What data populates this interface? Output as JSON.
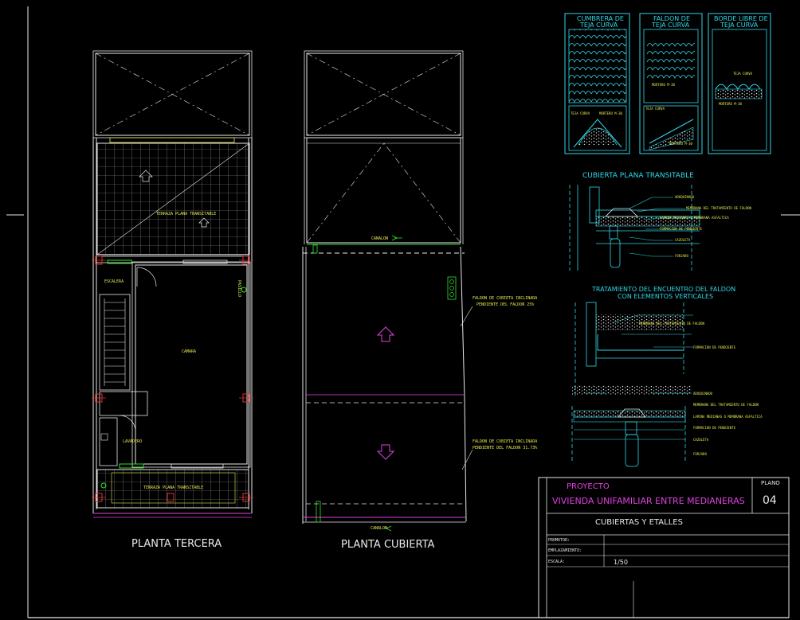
{
  "sheet": {
    "titles": {
      "planta_tercera": "PLANTA TERCERA",
      "planta_cubierta": "PLANTA CUBIERTA"
    },
    "labels": {
      "terraza_top": "TERRAZA PLANA TRANSITABLE",
      "terraza_bottom": "TERRAZA PLANA TRANSITABLE",
      "escalera": "ESCALERA",
      "camara": "CAMARA",
      "lavadero": "LAVADERO",
      "canalon_top": "CANALON",
      "canalon_bottom": "CANALON",
      "faldon_1_line1": "FALDON DE CUBIETA INCLINADA",
      "faldon_1_line2": "PENDIENTE DEL FALDON 25%",
      "faldon_2_line1": "FALDON DE CUBIETA INCLINADA",
      "faldon_2_line2": "PENDIENTE DEL FALDON 31.73%",
      "pasillo": "PASILLO"
    }
  },
  "details": {
    "boxes": [
      {
        "title_l1": "CUMBRERA DE",
        "title_l2": "TEJA CURVA",
        "note_1": "TEJA CURVA",
        "note_2": "MORTERO M-30"
      },
      {
        "title_l1": "FALDON DE",
        "title_l2": "TEJA CURVA",
        "note_1": "MORTERO M-30",
        "note_2": "TEJA CURVA",
        "note_3": "MORTERO M-30"
      },
      {
        "title_l1": "BORDE LIBRE DE",
        "title_l2": "TEJA CURVA",
        "note_1": "TEJA CURVA",
        "note_2": "MORTERO M-30"
      }
    ],
    "cubierta_plana": {
      "title": "CUBIERTA PLANA TRANSITABLE",
      "notes": [
        "ADOQUINADO",
        "MEMBRANA DEL TRATAMIENTO DE FALDON",
        "LAMINA MEDIANAS O MEMBRANA ASFALTICA",
        "FORMACION DE PENDIENTE",
        "CAZOLETA",
        "FORJADO"
      ]
    },
    "encuentro": {
      "title_l1": "TRATAMIENTO DEL ENCUENTRO DEL FALDON",
      "title_l2": "CON ELEMENTOS VERTICALES",
      "notes": [
        "MEMBRANA DEL TRATAMIENTO DE FALDON",
        "FORMACION DE PENDIENTE",
        "ADOQUINADO",
        "MEMBRANA DEL TRATAMIENTO DE FALDON",
        "LAMINA MEDIANAS O MEMBRANA ASFALTICA",
        "FORMACION DE PENDIENTE",
        "CAZOLETA",
        "FORJADO"
      ]
    }
  },
  "title_block": {
    "proyecto_label": "PROYECTO",
    "proyecto_name": "VIVIENDA UNIFAMILIAR ENTRE MEDIANERAS",
    "plano_label": "PLANO",
    "plano_number": "04",
    "subtitle": "CUBIERTAS Y ETALLES",
    "row_promotor": "PROMOTOR:",
    "row_emplazamiento": "EMPLAZAMIENTO:",
    "row_escala": "ESCALA:",
    "escala_value": "1/50"
  }
}
